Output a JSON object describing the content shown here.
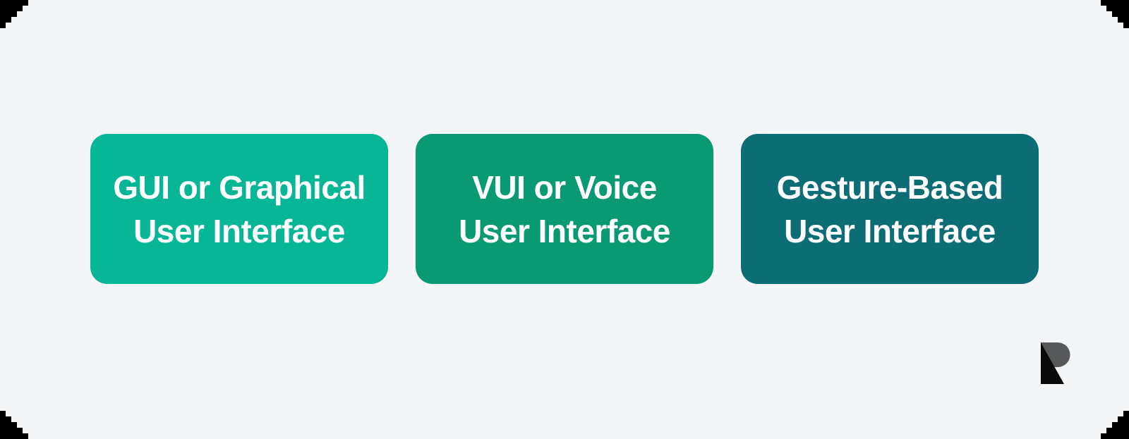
{
  "page": {
    "background_color": "#f3f5f6",
    "outside_color": "#000000",
    "text_color": "#ffffff"
  },
  "cards": [
    {
      "line1": "GUI or Graphical",
      "line2": "User Interface",
      "color": "#06b694"
    },
    {
      "line1": "VUI or Voice",
      "line2": "User Interface",
      "color": "#0a9a73"
    },
    {
      "line1": "Gesture-Based",
      "line2": "User Interface",
      "color": "#0d6d74"
    }
  ],
  "logo": {
    "name": "Ramotion R mark",
    "bowl_color": "#58595b",
    "triangle_color": "#0a0a0b"
  }
}
